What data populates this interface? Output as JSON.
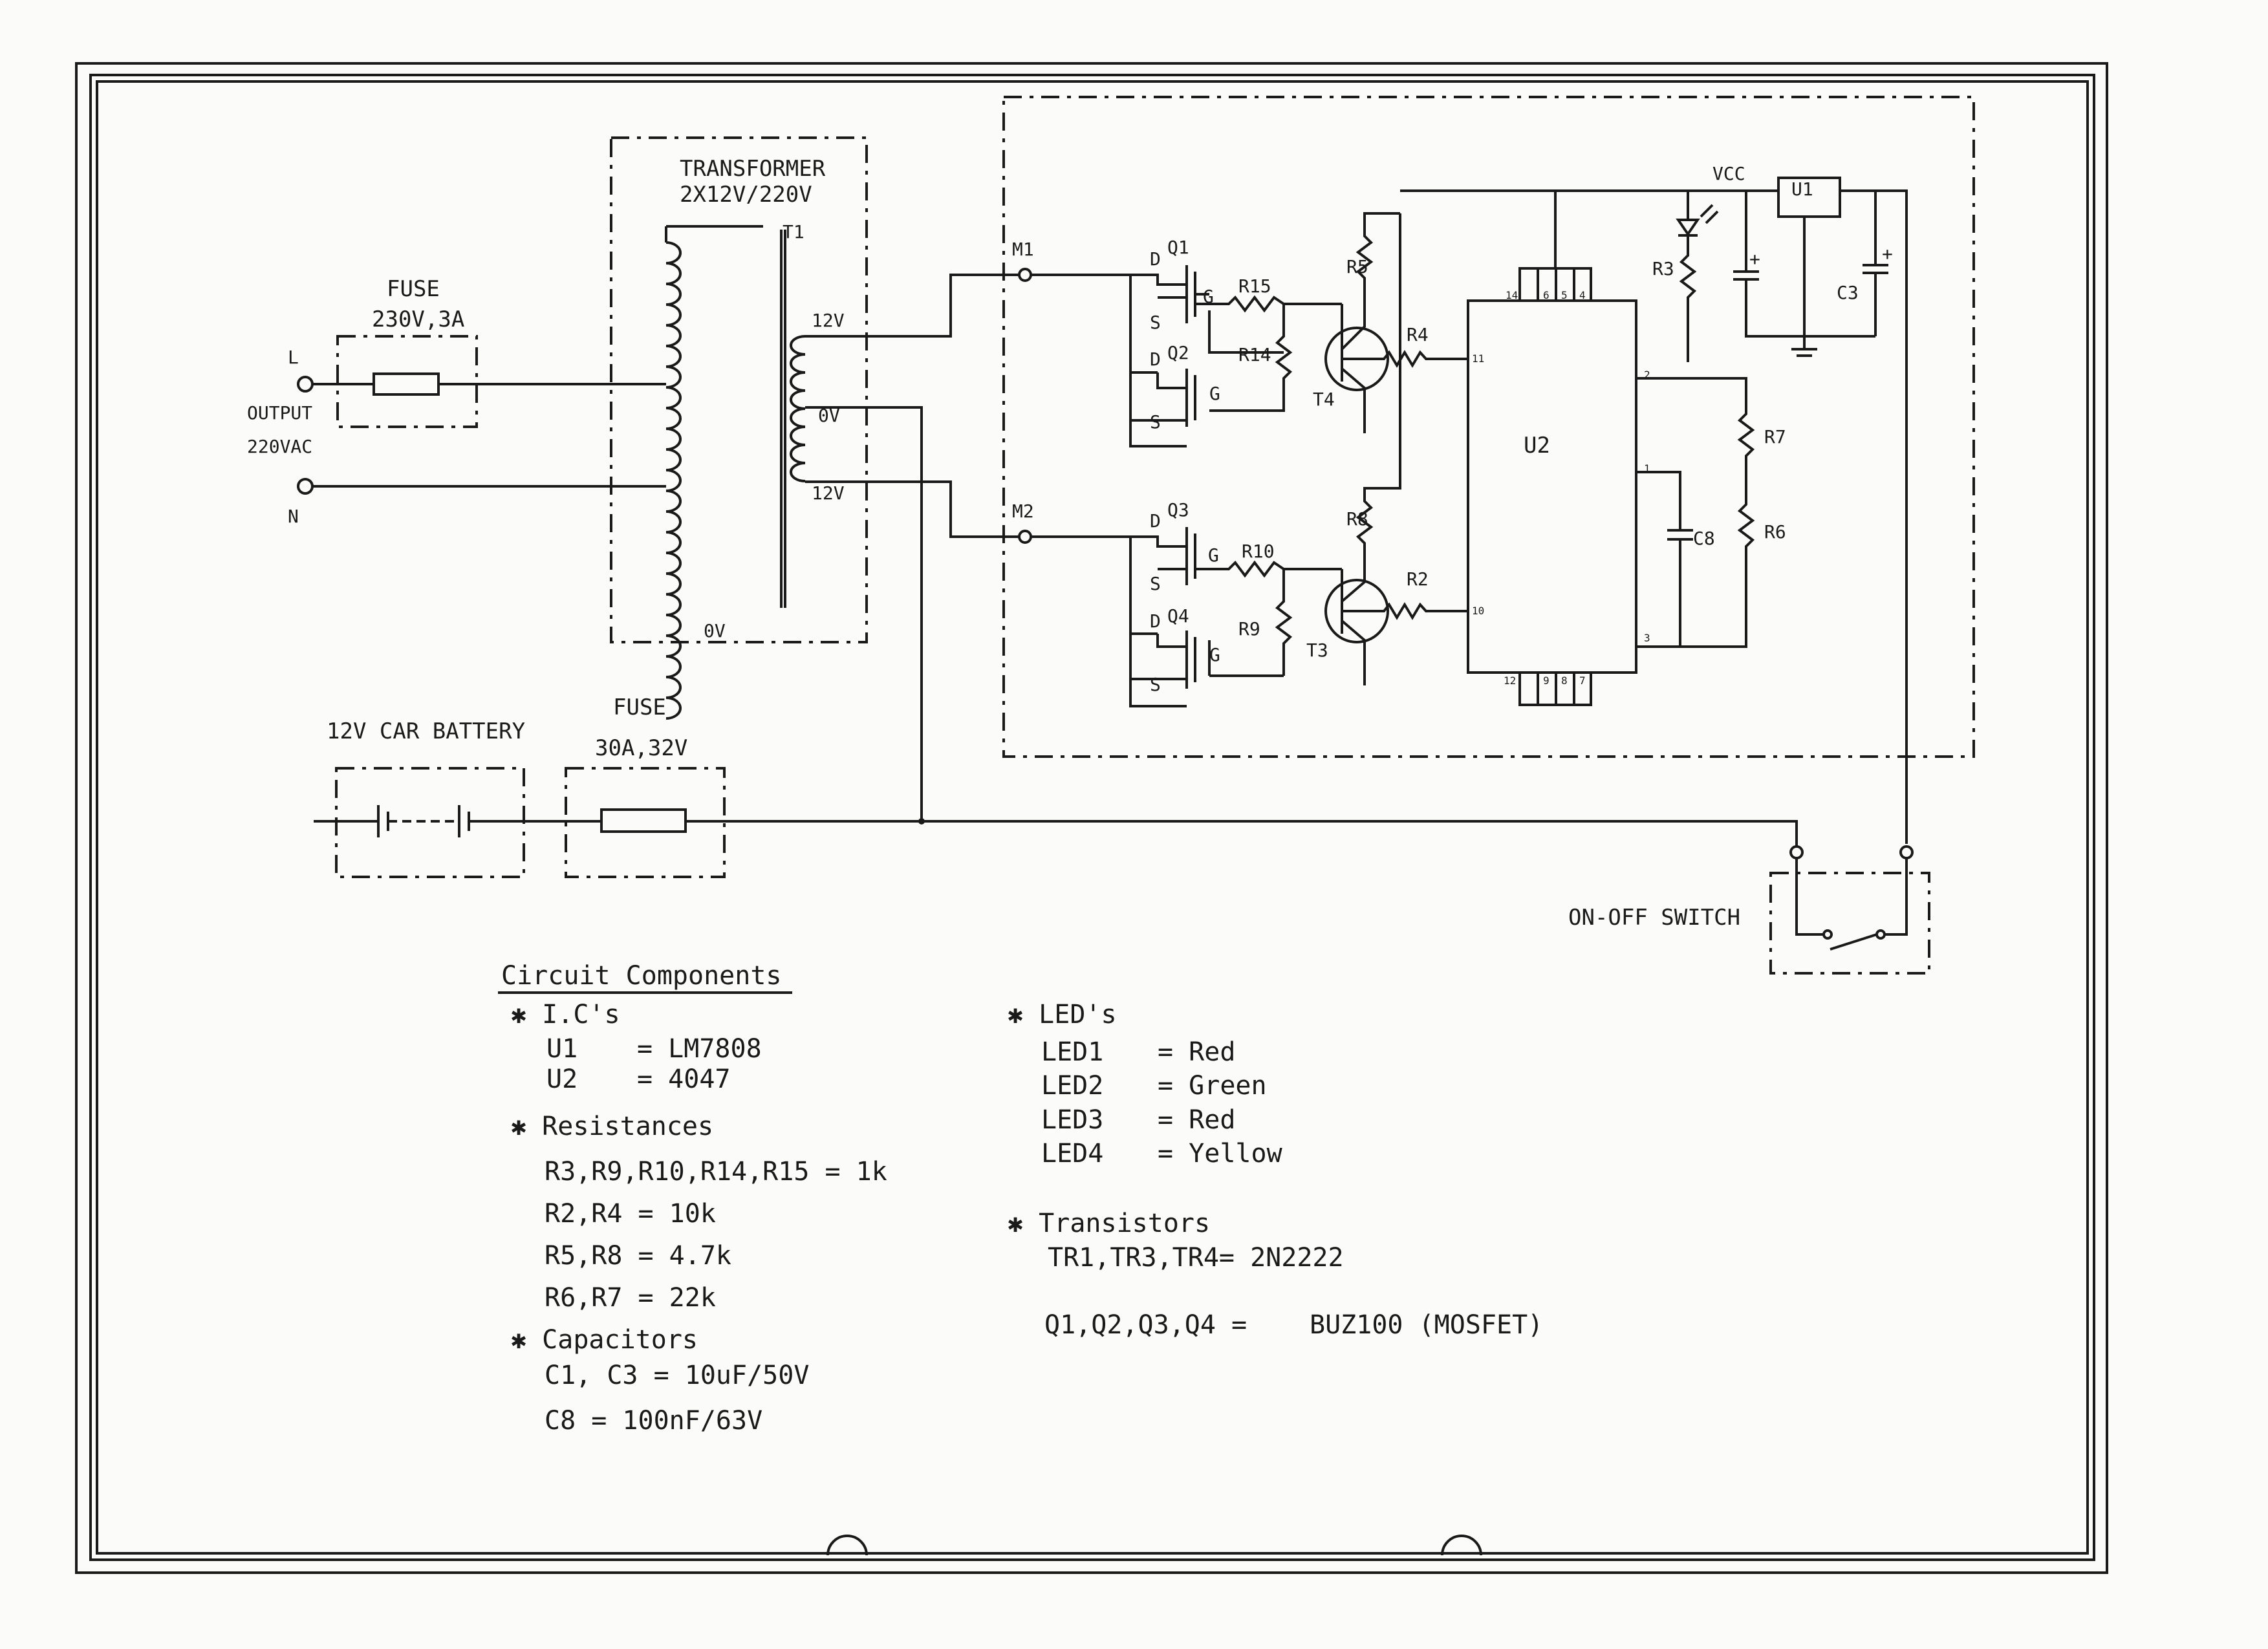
{
  "labels": {
    "transformer_title": "TRANSFORMER",
    "transformer_rating": "2X12V/220V",
    "t1": "T1",
    "tap_12v_top": "12V",
    "tap_0v": "0V",
    "tap_12v_bottom": "12V",
    "primary_0v": "0V",
    "fuse_top_title": "FUSE",
    "fuse_top_rating": "230V,3A",
    "terminal_l": "L",
    "output_label": "OUTPUT",
    "output_voltage": "220VAC",
    "terminal_n": "N",
    "battery": "12V CAR BATTERY",
    "fuse_bottom_title": "FUSE",
    "fuse_bottom_rating": "30A,32V",
    "on_off_switch": "ON-OFF SWITCH",
    "m1": "M1",
    "m2": "M2",
    "q1": "Q1",
    "q2": "Q2",
    "q3": "Q3",
    "q4": "Q4",
    "d": "D",
    "s": "S",
    "g": "G",
    "r15": "R15",
    "r14": "R14",
    "r10": "R10",
    "r9": "R9",
    "r5": "R5",
    "r8": "R8",
    "r4": "R4",
    "r2": "R2",
    "t4": "T4",
    "t3": "T3",
    "u2": "U2",
    "vcc": "VCC",
    "u1": "U1",
    "r3": "R3",
    "c3": "C3",
    "r7": "R7",
    "r6": "R6",
    "c8": "C8",
    "pin14": "14",
    "pin6": "6",
    "pin5": "5",
    "pin4": "4",
    "pin11": "11",
    "pin10": "10",
    "pin2": "2",
    "pin1": "1",
    "pin3": "3",
    "pin12": "12",
    "pin9": "9",
    "pin8": "8",
    "pin7": "7",
    "plus": "+"
  },
  "components": {
    "title": "Circuit Components",
    "ics": {
      "heading": "I.C's",
      "items": [
        {
          "name": "U1",
          "value": "= LM7808"
        },
        {
          "name": "U2",
          "value": "= 4047"
        }
      ]
    },
    "resistances": {
      "heading": "Resistances",
      "items": [
        "R3,R9,R10,R14,R15 = 1k",
        "R2,R4 = 10k",
        "R5,R8 = 4.7k",
        "R6,R7 = 22k"
      ]
    },
    "capacitors": {
      "heading": "Capacitors",
      "items": [
        "C1, C3 = 10uF/50V",
        "C8 = 100nF/63V"
      ]
    },
    "leds": {
      "heading": "LED's",
      "items": [
        {
          "name": "LED1",
          "value": "= Red"
        },
        {
          "name": "LED2",
          "value": "= Green"
        },
        {
          "name": "LED3",
          "value": "= Red"
        },
        {
          "name": "LED4",
          "value": "= Yellow"
        }
      ]
    },
    "transistors": {
      "heading": "Transistors",
      "items": [
        "TR1,TR3,TR4= 2N2222"
      ]
    },
    "mosfets": {
      "name": "Q1,Q2,Q3,Q4 =",
      "value": "BUZ100 (MOSFET)"
    }
  }
}
